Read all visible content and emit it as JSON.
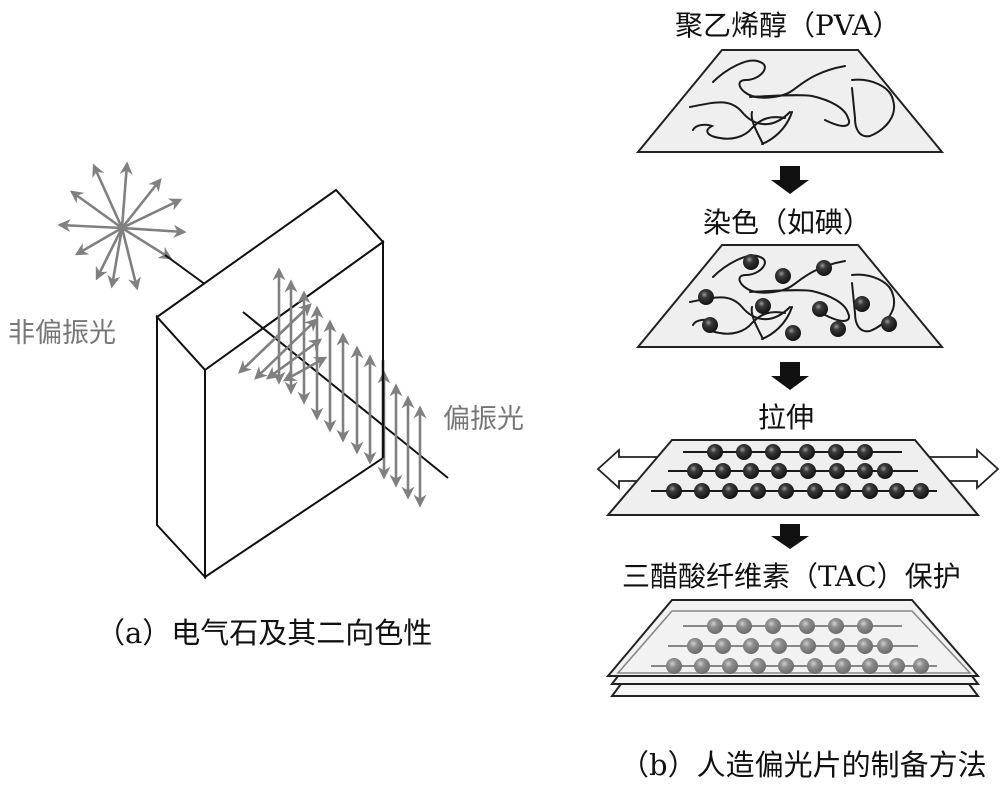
{
  "panel_a": {
    "label_unpolarized": "非偏振光",
    "label_polarized": "偏振光",
    "caption": "（a）电气石及其二向色性"
  },
  "panel_b": {
    "steps": [
      {
        "title": "聚乙烯醇（PVA）"
      },
      {
        "title": "染色（如碘）"
      },
      {
        "title": "拉伸"
      },
      {
        "title": "三醋酸纤维素（TAC）保护"
      }
    ],
    "caption": "（b）人造偏光片的制备方法"
  },
  "colors": {
    "line": "#111111",
    "arrow_gray": "#808080",
    "sheet_fill": "#efefef",
    "bead_dark": "#2a2a2a",
    "bead_gray": "#8a8a8a",
    "label_gray": "#777777"
  }
}
